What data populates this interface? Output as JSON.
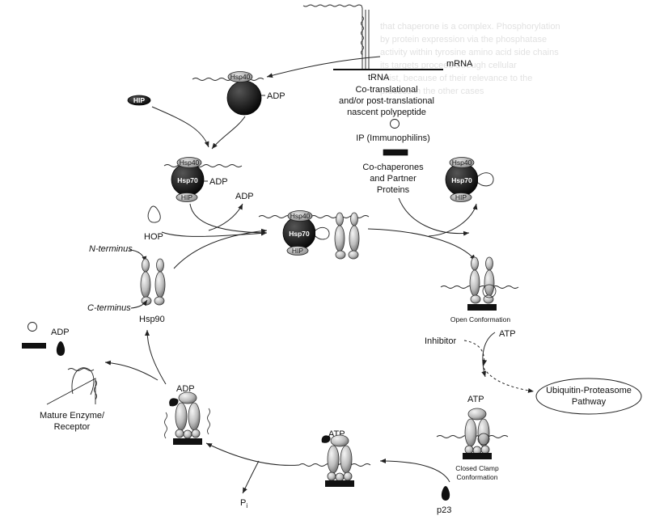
{
  "labels": {
    "trna": "tRNA",
    "mrna": "mRNA",
    "nascent_line1": "Co-translational",
    "nascent_line2": "and/or post-translational",
    "nascent_line3": "nascent polypeptide",
    "adp_top": "ADP",
    "hip_left": "HIP",
    "ip": "IP (Immunophilins)",
    "cochaperone_line1": "Co-chaperones",
    "cochaperone_line2": "and Partner",
    "cochaperone_line3": "Proteins",
    "hsp40": "Hsp40",
    "hsp70": "Hsp70",
    "hip": "HIP",
    "adp_mid": "ADP",
    "adp_released": "ADP",
    "hop": "HOP",
    "n_terminus": "N-terminus",
    "c_terminus": "C-terminus",
    "hsp90": "Hsp90",
    "open_conformation": "Open Conformation",
    "atp_right": "ATP",
    "inhibitor": "Inhibitor",
    "ubiquitin_line1": "Ubiquitin-Proteasome",
    "ubiquitin_line2": "Pathway",
    "atp_closed": "ATP",
    "closed_line1": "Closed Clamp",
    "closed_line2": "Conformation",
    "p23": "p23",
    "atp_bottom": "ATP",
    "pi": "P",
    "pi_sub": "i",
    "adp_final": "ADP",
    "adp_left": "ADP",
    "mature_line1": "Mature Enzyme/",
    "mature_line2": "Receptor"
  },
  "colors": {
    "ink": "#111111",
    "dark_protein": "#1a1a1a",
    "light_protein": "#cfcfcf",
    "mid_protein": "#9a9a9a"
  }
}
